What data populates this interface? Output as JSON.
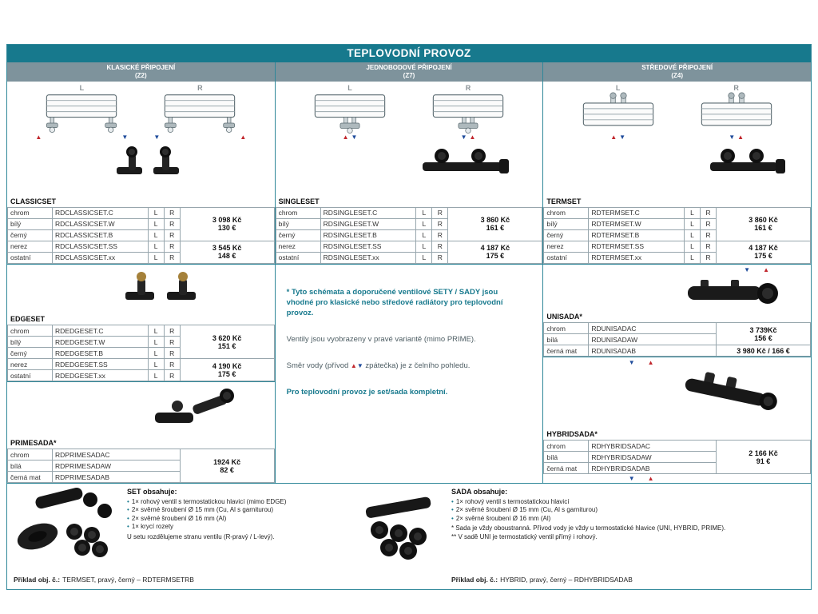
{
  "title": "TEPLOVODNÍ PROVOZ",
  "lr": {
    "l": "L",
    "r": "R"
  },
  "arrows": {
    "up": "▲",
    "down": "▼"
  },
  "glyphs": {
    "bullet": "•"
  },
  "colors": {
    "teal": "#17798d",
    "header_gray": "#7e939c",
    "red": "#c1272d",
    "blue": "#1e4b9b"
  },
  "columns": {
    "classic": {
      "header": "KLASICKÉ PŘIPOJENÍ",
      "code": "(Z2)"
    },
    "single": {
      "header": "JEDNOBODOVÉ PŘIPOJENÍ",
      "code": "(Z7)"
    },
    "central": {
      "header": "STŘEDOVÉ PŘIPOJENÍ",
      "code": "(Z4)"
    }
  },
  "products": {
    "classicset": {
      "name": "CLASSICSET",
      "rows": [
        {
          "color": "chrom",
          "code": "RDCLASSICSET.C"
        },
        {
          "color": "bílý",
          "code": "RDCLASSICSET.W"
        },
        {
          "color": "černý",
          "code": "RDCLASSICSET.B"
        },
        {
          "color": "nerez",
          "code": "RDCLASSICSET.SS"
        },
        {
          "color": "ostatní",
          "code": "RDCLASSICSET.xx"
        }
      ],
      "price1_kc": "3 098 Kč",
      "price1_eur": "130 €",
      "price2_kc": "3 545 Kč",
      "price2_eur": "148 €"
    },
    "edgeset": {
      "name": "EDGESET",
      "rows": [
        {
          "color": "chrom",
          "code": "RDEDGESET.C"
        },
        {
          "color": "bílý",
          "code": "RDEDGESET.W"
        },
        {
          "color": "černý",
          "code": "RDEDGESET.B"
        },
        {
          "color": "nerez",
          "code": "RDEDGESET.SS"
        },
        {
          "color": "ostatní",
          "code": "RDEDGESET.xx"
        }
      ],
      "price1_kc": "3 620 Kč",
      "price1_eur": "151 €",
      "price2_kc": "4 190 Kč",
      "price2_eur": "175 €"
    },
    "primesada": {
      "name": "PRIMESADA*",
      "rows": [
        {
          "color": "chrom",
          "code": "RDPRIMESADAC"
        },
        {
          "color": "bílá",
          "code": "RDPRIMESADAW"
        },
        {
          "color": "černá mat",
          "code": "RDPRIMESADAB"
        }
      ],
      "price1_kc": "1924 Kč",
      "price1_eur": "82 €"
    },
    "singleset": {
      "name": "SINGLESET",
      "rows": [
        {
          "color": "chrom",
          "code": "RDSINGLESET.C"
        },
        {
          "color": "bílý",
          "code": "RDSINGLESET.W"
        },
        {
          "color": "černý",
          "code": "RDSINGLESET.B"
        },
        {
          "color": "nerez",
          "code": "RDSINGLESET.SS"
        },
        {
          "color": "ostatní",
          "code": "RDSINGLESET.xx"
        }
      ],
      "price1_kc": "3 860 Kč",
      "price1_eur": "161 €",
      "price2_kc": "4 187 Kč",
      "price2_eur": "175 €"
    },
    "termset": {
      "name": "TERMSET",
      "rows": [
        {
          "color": "chrom",
          "code": "RDTERMSET.C"
        },
        {
          "color": "bílý",
          "code": "RDTERMSET.W"
        },
        {
          "color": "černý",
          "code": "RDTERMSET.B"
        },
        {
          "color": "nerez",
          "code": "RDTERMSET.SS"
        },
        {
          "color": "ostatní",
          "code": "RDTERMSET.xx"
        }
      ],
      "price1_kc": "3 860 Kč",
      "price1_eur": "161 €",
      "price2_kc": "4 187 Kč",
      "price2_eur": "175 €"
    },
    "unisada": {
      "name": "UNISADA*",
      "rows": [
        {
          "color": "chrom",
          "code": "RDUNISADAC"
        },
        {
          "color": "bílá",
          "code": "RDUNISADAW"
        },
        {
          "color": "černá mat",
          "code": "RDUNISADAB"
        }
      ],
      "price1_kc": "3 739Kč",
      "price1_eur": "156 €",
      "price2_line": "3 980 Kč / 166 €"
    },
    "hybridsada": {
      "name": "HYBRIDSADA*",
      "rows": [
        {
          "color": "chrom",
          "code": "RDHYBRIDSADAC"
        },
        {
          "color": "bílá",
          "code": "RDHYBRIDSADAW"
        },
        {
          "color": "černá mat",
          "code": "RDHYBRIDSADAB"
        }
      ],
      "price1_kc": "2 166 Kč",
      "price1_eur": "91 €"
    }
  },
  "notes": {
    "recommend": "* Tyto schémata a doporučené ventilové SETY / SADY jsou vhodné pro klasické nebo středové radiátory pro teplovodní provoz.",
    "valves_shown": "Ventily jsou vyobrazeny v pravé variantě (mimo PRIME).",
    "direction_prefix": "Směr vody (přívod ",
    "direction_suffix": " zpátečka) je z čelního pohledu.",
    "complete": "Pro teplovodní provoz je set/sada kompletní."
  },
  "set_info": {
    "heading": "SET obsahuje:",
    "items": [
      "1× rohový ventil s termostatickou hlavicí (mimo EDGE)",
      "2× svěrné šroubení Ø 15 mm (Cu, Al s garniturou)",
      "2× svěrné šroubení Ø 16 mm (Al)",
      "1× krycí rozety"
    ],
    "note": "U setu rozdělujeme stranu ventilu (R-pravý / L-levý).",
    "example_label": "Příklad obj. č.:",
    "example": "TERMSET, pravý, černý – RDTERMSETRB"
  },
  "sada_info": {
    "heading": "SADA obsahuje:",
    "items": [
      "1× rohový ventil s termostatickou hlavicí",
      "2× svěrné šroubení Ø 15 mm (Cu, Al s garniturou)",
      "2× svěrné šroubení Ø 16 mm (Al)"
    ],
    "notes": [
      "* Sada je vždy oboustranná. Přívod vody je vždy u termostatické hlavice (UNI, HYBRID, PRIME).",
      "** V sadě UNI je termostatický ventil přímý i rohový."
    ],
    "example_label": "Příklad obj. č.:",
    "example": "HYBRID, pravý, černý – RDHYBRIDSADAB"
  }
}
